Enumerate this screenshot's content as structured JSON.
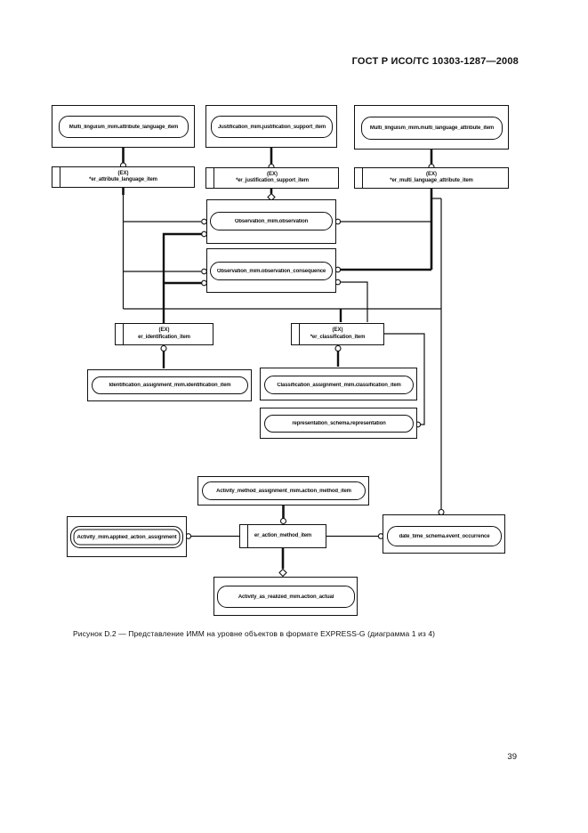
{
  "page": {
    "header": "ГОСТ Р ИСО/ТС 10303-1287—2008",
    "caption": "Рисунок D.2 — Представление ИММ на уровне объектов в формате EXPRESS-G (диаграмма 1 из 4)",
    "page_number": "39"
  },
  "diagram": {
    "nodes": {
      "ml_attr_lang": {
        "label": "Multi_linguism_mim.attribute_language_item"
      },
      "just_support": {
        "label": "Justification_mim.justification_support_item"
      },
      "ml_multi_lang": {
        "label": "Multi_linguism_mim.multi_language_attribute_item"
      },
      "sel_attr_lang": {
        "tag": "(EX)",
        "label": "*er_attribute_language_item"
      },
      "sel_just": {
        "tag": "(EX)",
        "label": "*er_justification_support_item"
      },
      "sel_multi": {
        "tag": "(EX)",
        "label": "*er_multi_language_attribute_item"
      },
      "observation": {
        "label": "Observation_mim.observation"
      },
      "obs_consequence": {
        "label": "Observation_mim.observation_consequence"
      },
      "sel_ident": {
        "tag": "(EX)",
        "label": "er_identification_item"
      },
      "sel_class": {
        "tag": "(EX)",
        "label": "*er_classification_item"
      },
      "ident_assign": {
        "label": "Identification_assignment_mim.identification_item"
      },
      "class_assign": {
        "label": "Classification_assignment_mim.classification_item"
      },
      "representation": {
        "label": "representation_schema.representation"
      },
      "act_method": {
        "label": "Activity_method_assignment_mim.action_method_item"
      },
      "act_applied": {
        "label": "Activity_mim.applied_action_assignment"
      },
      "sel_action": {
        "label": "er_action_method_item"
      },
      "event_occ": {
        "label": "date_time_schema.event_occurrence"
      },
      "act_realized": {
        "label": "Activity_as_realized_mim.action_actual"
      }
    },
    "colors": {
      "line": "#111111",
      "background": "#ffffff"
    }
  }
}
